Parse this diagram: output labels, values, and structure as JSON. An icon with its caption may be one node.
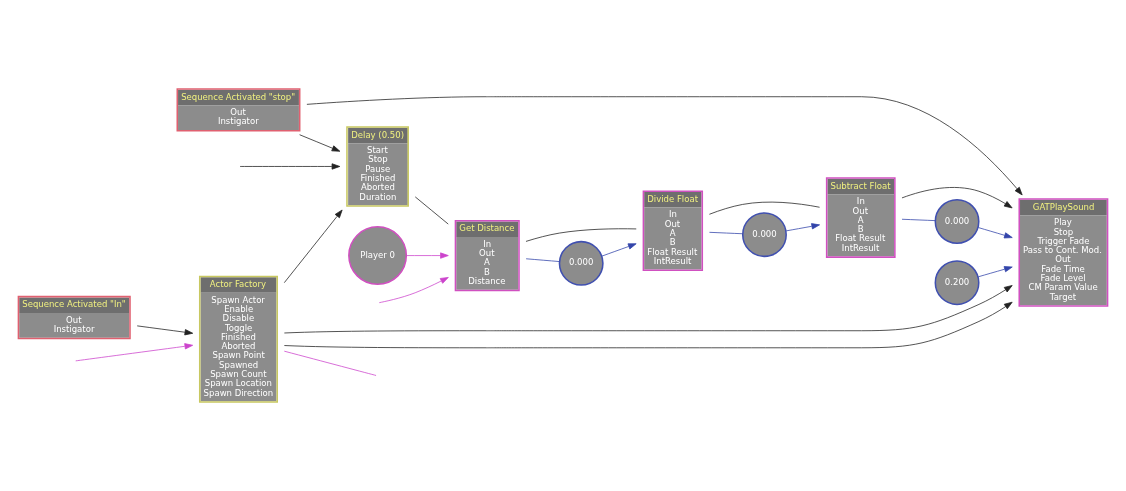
{
  "diagram": {
    "nodes": [
      {
        "text": [
          "Sequence Activated \"stop\"",
          "Out",
          "Instigator"
        ]
      },
      {
        "text": [
          "Delay (0.50)",
          "Start",
          "Stop",
          "Pause",
          "Finished",
          "Aborted",
          "Duration"
        ]
      },
      {
        "text": [
          "Get Distance",
          "In",
          "Out",
          "A",
          "B",
          "Distance"
        ]
      },
      {
        "text": [
          "Divide Float",
          "In",
          "Out",
          "A",
          "B",
          "Float Result",
          "IntResult"
        ]
      },
      {
        "text": [
          "Subtract Float",
          "In",
          "Out",
          "A",
          "B",
          "Float Result",
          "IntResult"
        ]
      },
      {
        "text": [
          "GATPlaySound",
          "Play",
          "Stop",
          "Trigger Fade",
          "Pass to Cont. Mod.",
          "Out",
          "Fade Time",
          "Fade Level",
          "CM Param Value",
          "Target"
        ]
      },
      {
        "text": [
          "Player 0"
        ]
      },
      {
        "text": [
          "0.000"
        ]
      },
      {
        "text": [
          "0.000"
        ]
      },
      {
        "text": [
          "0.000"
        ]
      },
      {
        "text": [
          "0.200"
        ]
      },
      {
        "text": [
          "Sequence Activated \"In\"",
          "Out",
          "Instigator"
        ]
      },
      {
        "text": [
          "Actor Factory",
          "Spawn Actor",
          "Enable",
          "Disable",
          "Toggle",
          "Finished",
          "Aborted",
          "Spawn Point",
          "Spawned",
          "Spawn Count",
          "Spawn Location",
          "Spawn Direction"
        ]
      }
    ],
    "edges": [
      {
        "from": 0,
        "to": 5,
        "arrow": "to"
      },
      {
        "from": 0,
        "to": 1,
        "arrow": "to"
      },
      {
        "from": null,
        "to": 1,
        "arrow": "to"
      },
      {
        "from": 12,
        "to": 1,
        "arrow": "to"
      },
      {
        "from": 1,
        "to": 2,
        "arrow": "none"
      },
      {
        "from": 2,
        "to": 3,
        "arrow": "none"
      },
      {
        "from": 3,
        "to": 4,
        "arrow": "none"
      },
      {
        "from": 4,
        "to": 5,
        "arrow": "to"
      },
      {
        "from": 12,
        "to": 5,
        "arrow": "to"
      },
      {
        "from": 12,
        "to": 5,
        "arrow": "to"
      },
      {
        "from": 11,
        "to": 12,
        "arrow": "to"
      },
      {
        "from": 6,
        "to": 2,
        "arrow": "to",
        "color": "#cc44cc"
      },
      {
        "from": null,
        "to": 2,
        "arrow": "to",
        "color": "#cc44cc"
      },
      {
        "from": null,
        "to": 12,
        "arrow": "to",
        "color": "#cc44cc"
      },
      {
        "from": 12,
        "to": null,
        "arrow": "none",
        "color": "#cc44cc"
      },
      {
        "from": 2,
        "to": 7,
        "arrow": "none",
        "color": "#3344aa"
      },
      {
        "from": 7,
        "to": 3,
        "arrow": "to",
        "color": "#3344aa"
      },
      {
        "from": 3,
        "to": 8,
        "arrow": "none",
        "color": "#3344aa"
      },
      {
        "from": 8,
        "to": 4,
        "arrow": "to",
        "color": "#3344aa"
      },
      {
        "from": 4,
        "to": 9,
        "arrow": "none",
        "color": "#3344aa"
      },
      {
        "from": 9,
        "to": 5,
        "arrow": "to",
        "color": "#3344aa"
      },
      {
        "from": 10,
        "to": 5,
        "arrow": "to",
        "color": "#3344aa"
      }
    ]
  }
}
